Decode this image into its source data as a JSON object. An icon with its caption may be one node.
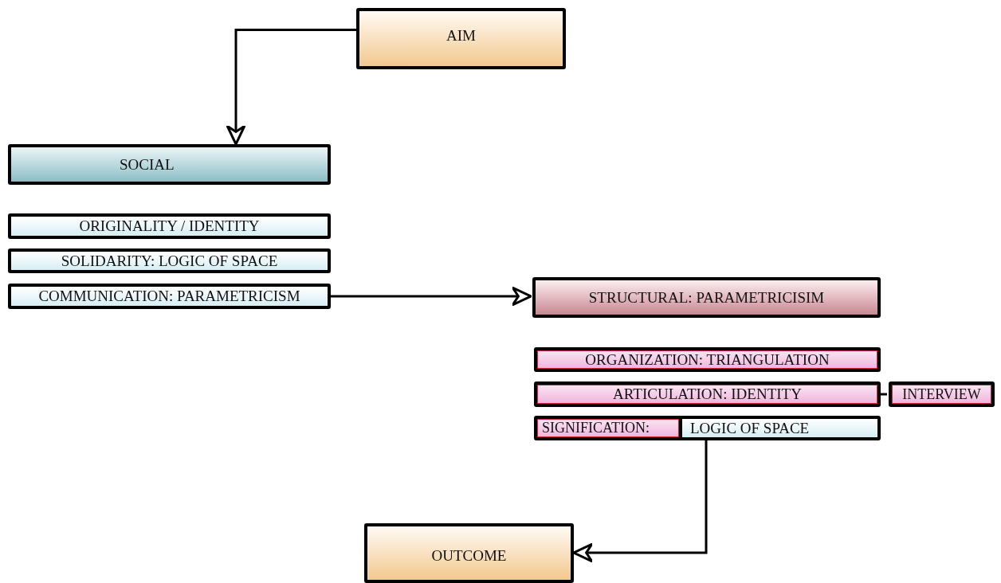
{
  "diagram": {
    "nodes": [
      {
        "text": [
          "AIM"
        ]
      },
      {
        "text": [
          "SOCIAL"
        ]
      },
      {
        "text": [
          "ORIGINALITY / IDENTITY"
        ]
      },
      {
        "text": [
          "SOLIDARITY: LOGIC OF SPACE"
        ]
      },
      {
        "text": [
          "COMMUNICATION: PARAMETRICISM"
        ]
      },
      {
        "text": [
          "STRUCTURAL: PARAMETRICISIM"
        ]
      },
      {
        "text": [
          "ORGANIZATION: TRIANGULATION"
        ]
      },
      {
        "text": [
          "ARTICULATION: IDENTITY"
        ]
      },
      {
        "text": [
          "INTERVIEW"
        ]
      },
      {
        "text": [
          "SIGNIFICATION:"
        ]
      },
      {
        "text": [
          "LOGIC OF SPACE"
        ]
      },
      {
        "text": [
          "OUTCOME"
        ]
      }
    ],
    "edges": [
      {
        "from": 0,
        "to": 1,
        "arrow": "to"
      },
      {
        "from": 4,
        "to": 5,
        "arrow": "to"
      },
      {
        "from": 7,
        "to": 8,
        "arrow": "none"
      },
      {
        "from": 10,
        "to": 11,
        "arrow": "to"
      }
    ]
  }
}
